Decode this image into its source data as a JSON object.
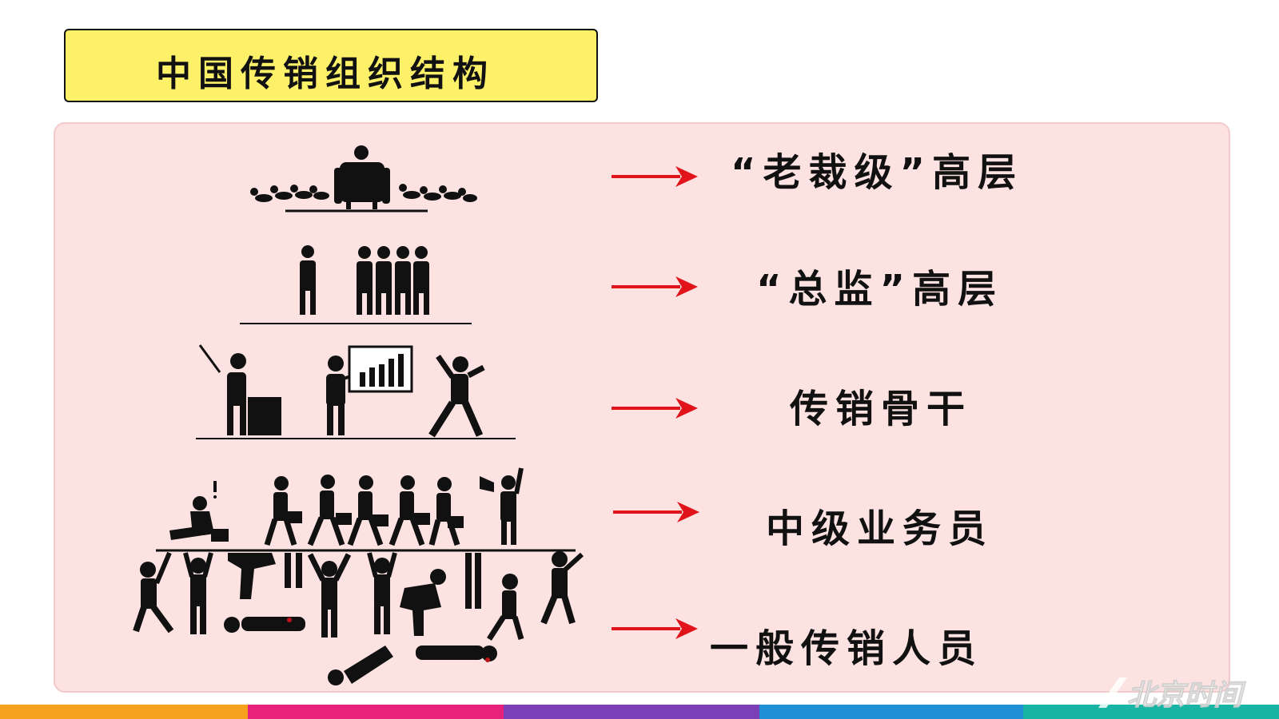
{
  "title": "中国传销组织结构",
  "levels": [
    {
      "label": "“老裁级”高层"
    },
    {
      "label": "“总监”高层"
    },
    {
      "label": "传销骨干"
    },
    {
      "label": "中级业务员"
    },
    {
      "label": "一般传销人员"
    }
  ],
  "watermark": "北京时间",
  "colors": {
    "title_bg": "#fdf16a",
    "panel_bg": "#fde2e2",
    "arrow": "#e0141a",
    "figure": "#111111"
  },
  "bottom_bar_colors": [
    "#f6a21e",
    "#e8217a",
    "#7b3fb8",
    "#1f8fd6",
    "#18b5a4"
  ]
}
